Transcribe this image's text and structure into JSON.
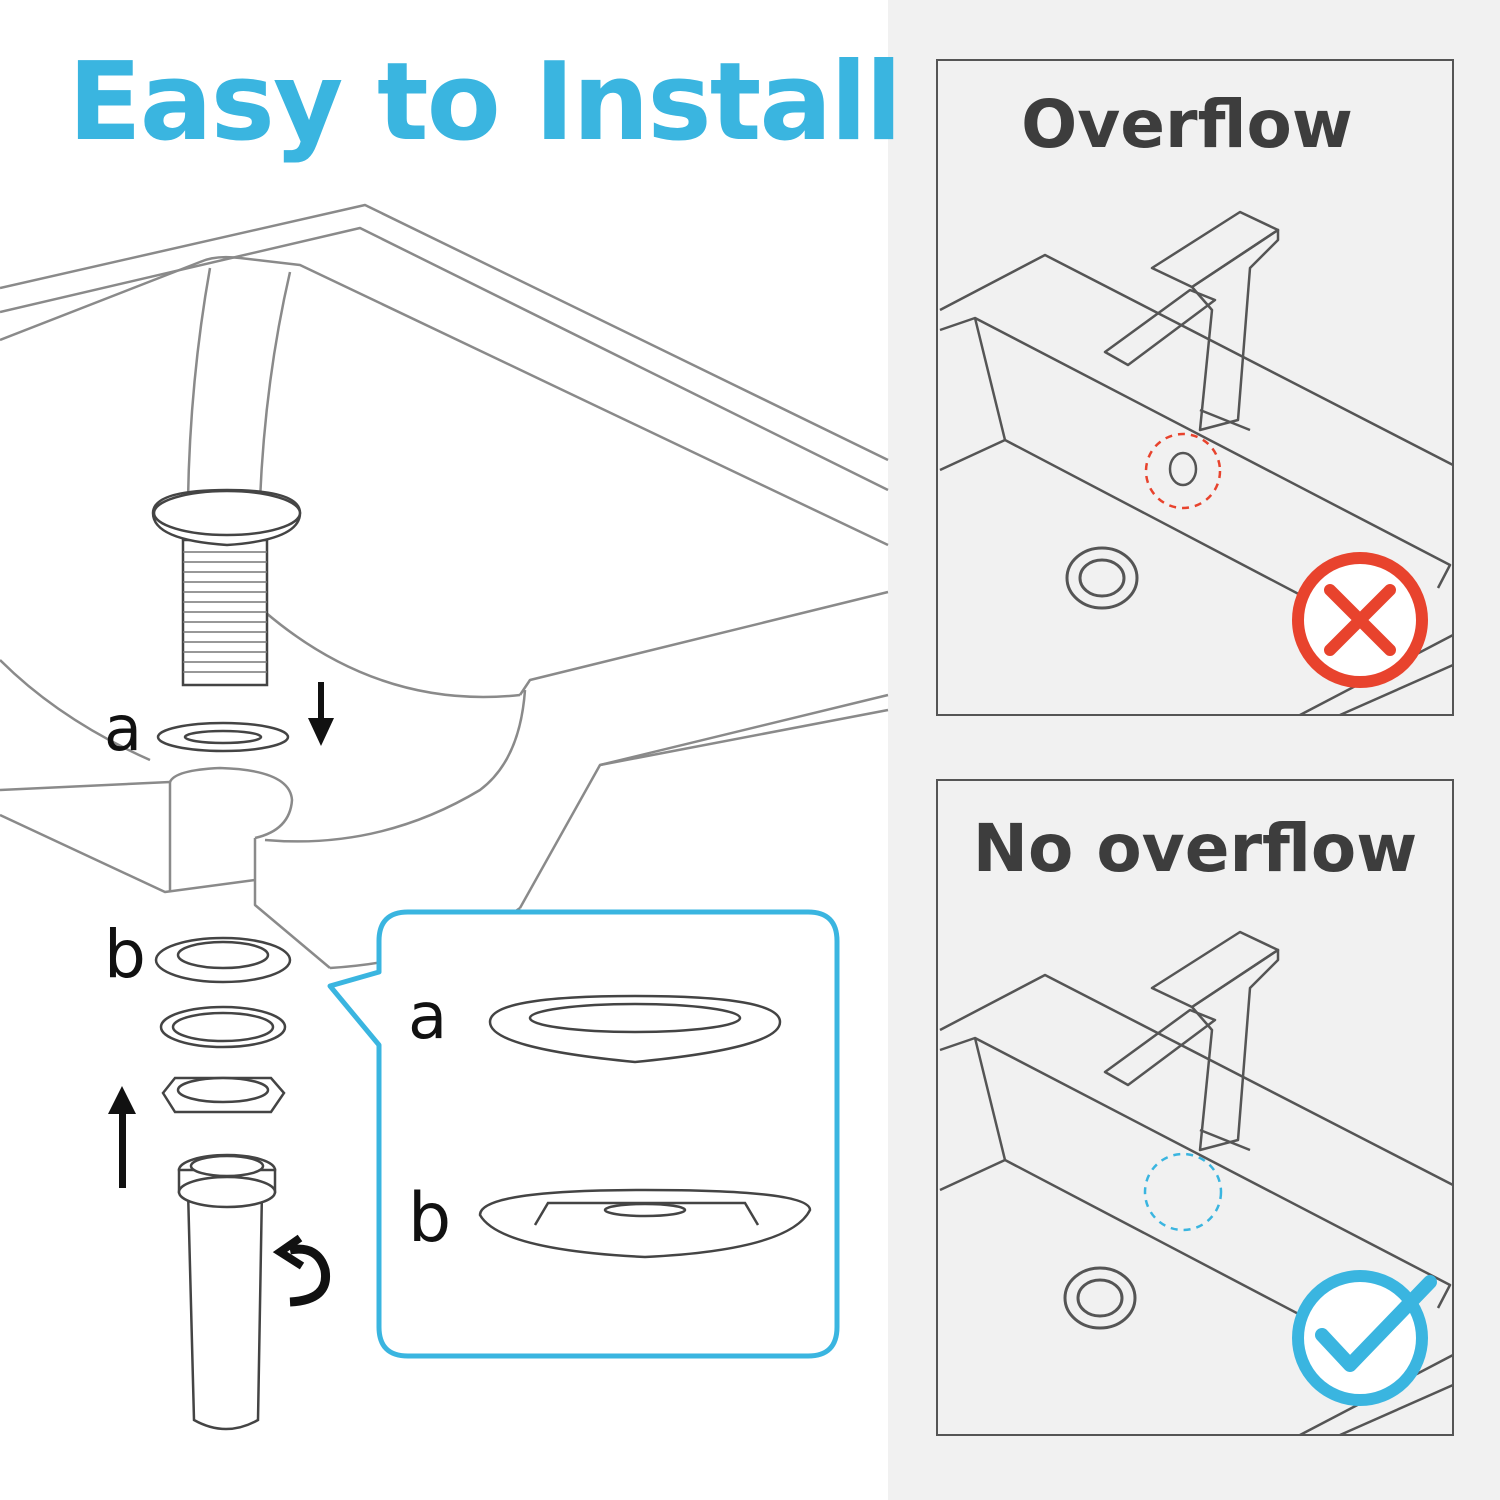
{
  "title": "Easy to Install",
  "parts": {
    "a_label": "a",
    "b_label": "b"
  },
  "callout": {
    "a_label": "a",
    "b_label": "b"
  },
  "panels": [
    {
      "title": "Overflow",
      "status": "incorrect",
      "status_icon": "cross-icon",
      "status_color": "#e8432d"
    },
    {
      "title": "No overflow",
      "status": "correct",
      "status_icon": "check-icon",
      "status_color": "#3ab5e0"
    }
  ],
  "colors": {
    "accent": "#3ab5e0",
    "error": "#e8432d",
    "line": "#7a7a7a",
    "panel_bg": "#f1f1f1",
    "title_dark": "#3d3d3d"
  }
}
